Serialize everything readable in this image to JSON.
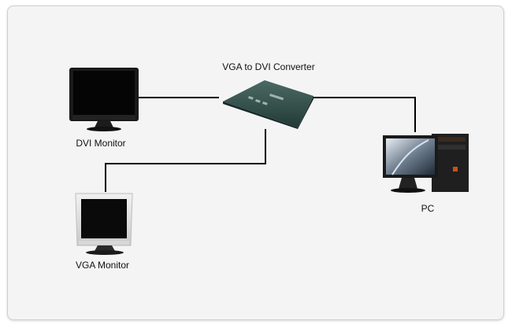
{
  "diagram": {
    "nodes": {
      "converter": {
        "label": "VGA to DVI Converter",
        "icon": "converter-box-icon"
      },
      "dvi_monitor": {
        "label": "DVI Monitor",
        "icon": "lcd-monitor-icon"
      },
      "vga_monitor": {
        "label": "VGA Monitor",
        "icon": "crt-monitor-icon"
      },
      "pc": {
        "label": "PC",
        "icon": "desktop-pc-icon"
      }
    },
    "connections": [
      {
        "from": "dvi_monitor",
        "to": "converter"
      },
      {
        "from": "converter",
        "to": "pc"
      },
      {
        "from": "converter",
        "to": "vga_monitor"
      }
    ],
    "colors": {
      "background": "#f4f4f4",
      "cable": "#000000",
      "converter_body": "#2e4a44"
    }
  }
}
